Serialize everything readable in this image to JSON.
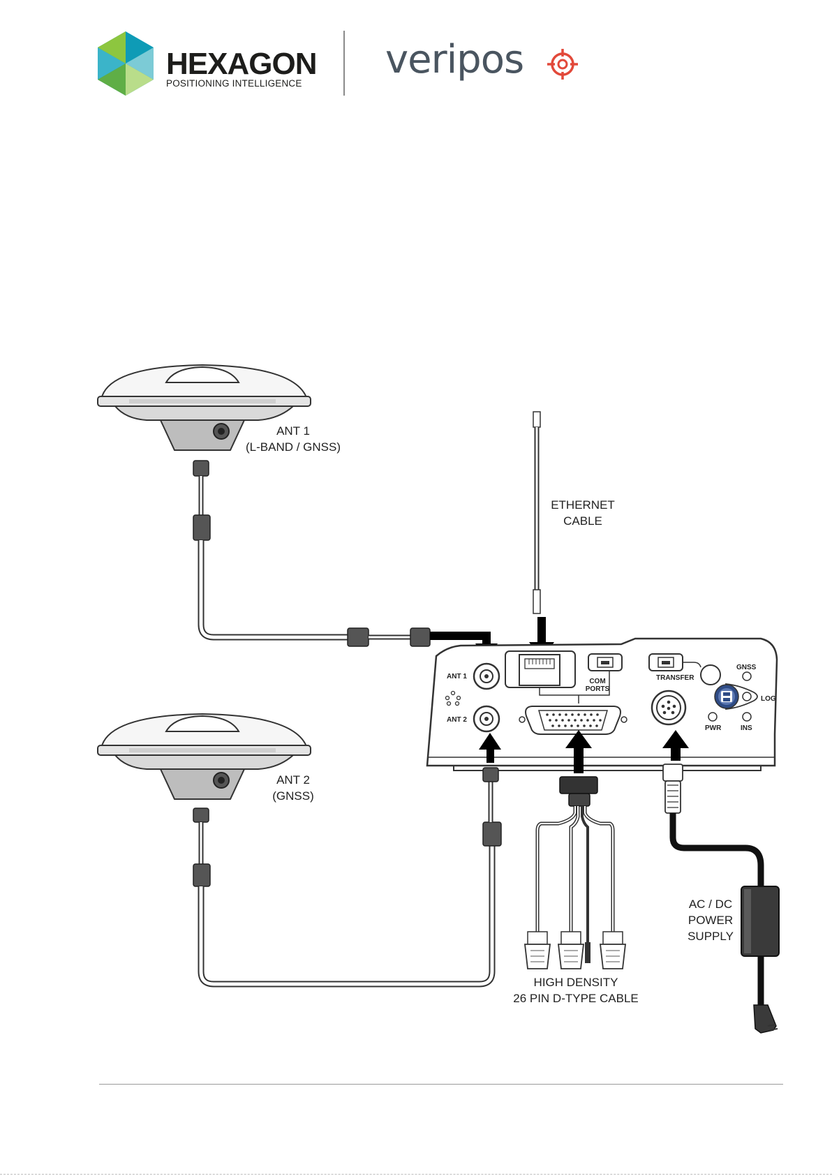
{
  "header": {
    "hexagon": {
      "name": "HEXAGON",
      "tagline": "POSITIONING INTELLIGENCE"
    },
    "veripos": {
      "name": "veripos"
    }
  },
  "colors": {
    "hexagon_teal": "#0e9bb6",
    "hexagon_green": "#8dc63f",
    "hexagon_light_teal": "#7ccbd6",
    "veripos_grey": "#4a5560",
    "veripos_red": "#e2493a"
  },
  "diagram": {
    "antenna_1": {
      "name": "ANT 1",
      "sub": "(L-BAND / GNSS)"
    },
    "antenna_2": {
      "name": "ANT 2",
      "sub": "(GNSS)"
    },
    "ethernet": {
      "line1": "ETHERNET",
      "line2": "CABLE"
    },
    "power": {
      "line1": "AC / DC",
      "line2": "POWER",
      "line3": "SUPPLY"
    },
    "dtype": {
      "line1": "HIGH DENSITY",
      "line2": "26 PIN D-TYPE CABLE"
    },
    "receiver_ports": {
      "ant1": "ANT 1",
      "ant2": "ANT 2",
      "com_line1": "COM",
      "com_line2": "PORTS",
      "transfer": "TRANSFER",
      "gnss": "GNSS",
      "log": "LOG",
      "pwr": "PWR",
      "ins": "INS"
    }
  }
}
